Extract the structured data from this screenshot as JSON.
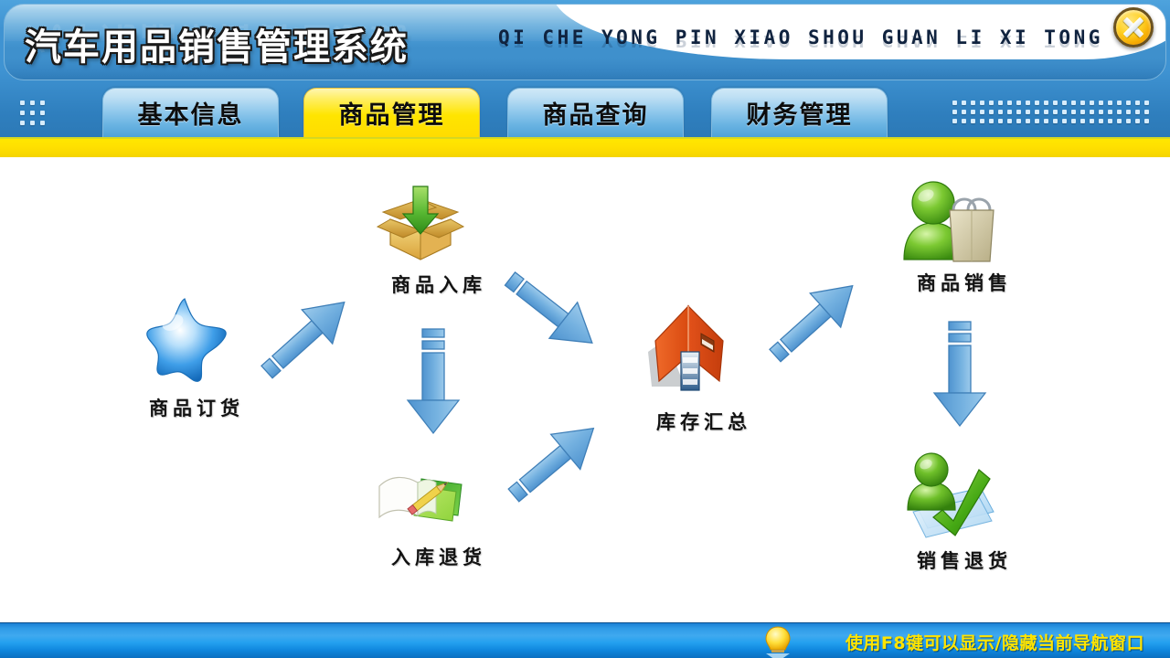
{
  "window": {
    "title_cn": "汽车用品销售管理系统",
    "title_pinyin": "QI CHE YONG PIN XIAO SHOU GUAN LI XI TONG",
    "close_label": "×"
  },
  "tabs": [
    {
      "label": "基本信息",
      "active": false
    },
    {
      "label": "商品管理",
      "active": true
    },
    {
      "label": "商品查询",
      "active": false
    },
    {
      "label": "财务管理",
      "active": false
    }
  ],
  "workflow": {
    "nodes": [
      {
        "id": "order",
        "label": "商品订货",
        "icon": "blue-star-icon"
      },
      {
        "id": "stock-in",
        "label": "商品入库",
        "icon": "open-box-down-arrow-icon"
      },
      {
        "id": "stock-return",
        "label": "入库退货",
        "icon": "book-pencil-icon"
      },
      {
        "id": "inventory",
        "label": "库存汇总",
        "icon": "warehouse-house-icon"
      },
      {
        "id": "sales",
        "label": "商品销售",
        "icon": "person-shopping-bag-icon"
      },
      {
        "id": "sales-return",
        "label": "销售退货",
        "icon": "person-check-pages-icon"
      }
    ]
  },
  "statusbar": {
    "hint": "使用F8键可以显示/隐藏当前导航窗口",
    "icon": "lightbulb-icon"
  },
  "colors": {
    "header_blue": "#3f90cc",
    "accent_yellow": "#ffe000",
    "arrow_blue": "#6aa9dd",
    "status_blue": "#2f9ae6",
    "hint_yellow": "#ffe400"
  }
}
